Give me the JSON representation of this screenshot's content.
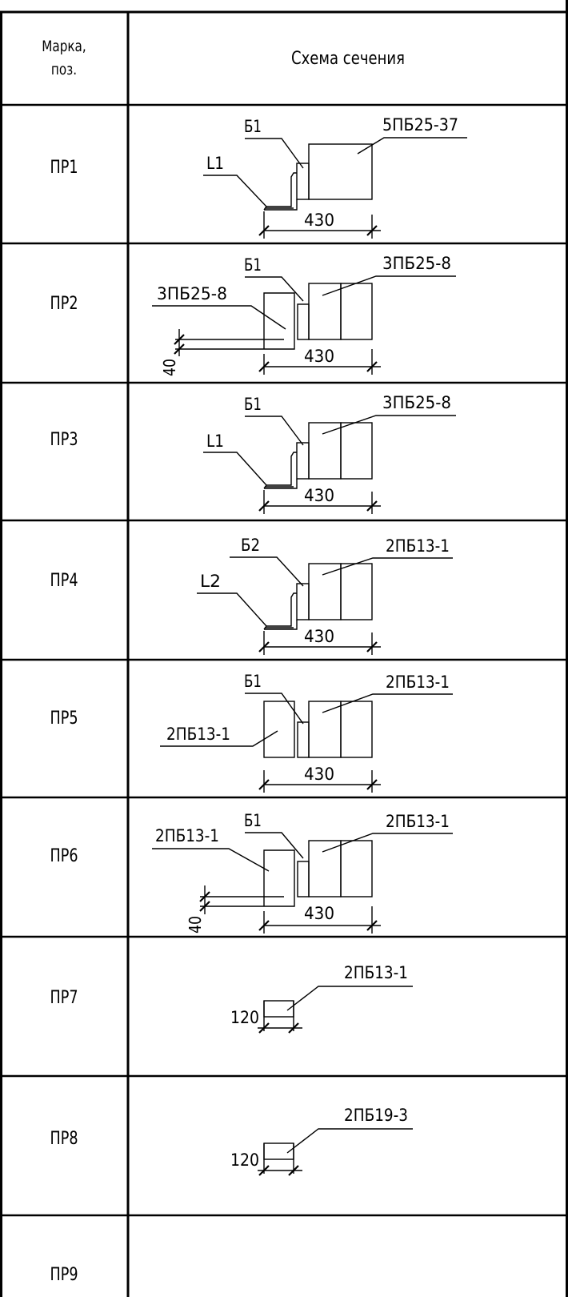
{
  "table": {
    "header": {
      "mark_line1": "Марка,",
      "mark_line2": "поз.",
      "scheme": "Схема сечения"
    },
    "rows": [
      {
        "pos": "ПР1",
        "beam": "Б1",
        "lintel": "5ПБ25-37",
        "left_label": "L1",
        "dim": "430"
      },
      {
        "pos": "ПР2",
        "beam": "Б1",
        "lintel": "3ПБ25-8",
        "left_label": "3ПБ25-8",
        "dim": "430",
        "offset": "40"
      },
      {
        "pos": "ПР3",
        "beam": "Б1",
        "lintel": "3ПБ25-8",
        "left_label": "L1",
        "dim": "430"
      },
      {
        "pos": "ПР4",
        "beam": "Б2",
        "lintel": "2ПБ13-1",
        "left_label": "L2",
        "dim": "430"
      },
      {
        "pos": "ПР5",
        "beam": "Б1",
        "lintel": "2ПБ13-1",
        "left_label": "2ПБ13-1",
        "dim": "430"
      },
      {
        "pos": "ПР6",
        "beam": "Б1",
        "lintel": "2ПБ13-1",
        "left_label": "2ПБ13-1",
        "dim": "430",
        "offset": "40"
      },
      {
        "pos": "ПР7",
        "lintel": "2ПБ13-1",
        "dim": "120"
      },
      {
        "pos": "ПР8",
        "lintel": "2ПБ19-3",
        "dim": "120"
      },
      {
        "pos": "ПР9"
      }
    ]
  }
}
